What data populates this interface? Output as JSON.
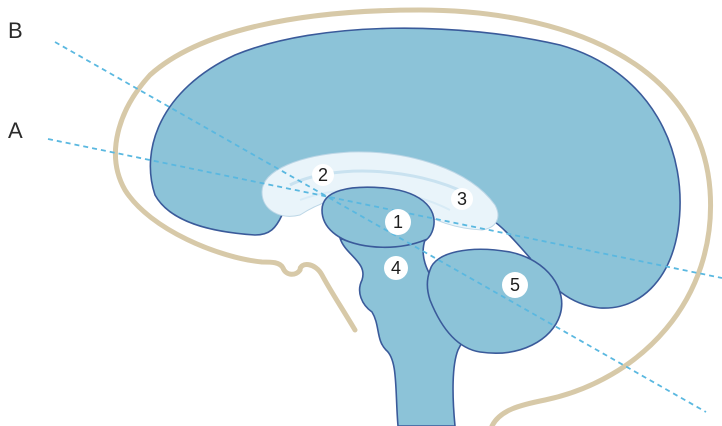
{
  "diagram": {
    "lines": [
      {
        "id": "A",
        "label": "A"
      },
      {
        "id": "B",
        "label": "B"
      }
    ],
    "structures": [
      {
        "id": "1",
        "label": "1"
      },
      {
        "id": "2",
        "label": "2"
      },
      {
        "id": "3",
        "label": "3"
      },
      {
        "id": "4",
        "label": "4"
      },
      {
        "id": "5",
        "label": "5"
      }
    ],
    "colors": {
      "ventricle_fill": "#8cc3d8",
      "ventricle_outline": "#3a5a9a",
      "skull": "#d7c9a8",
      "scan_line": "#5ab8e0",
      "pale_region": "#e9f4fa"
    }
  }
}
